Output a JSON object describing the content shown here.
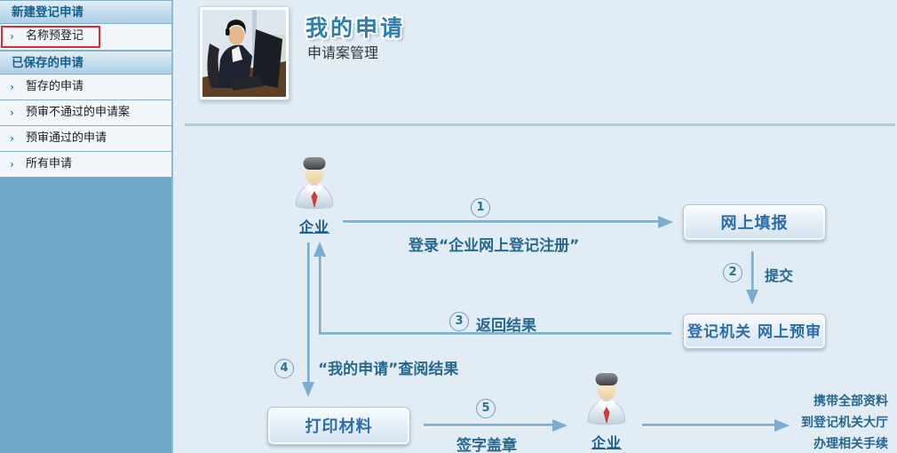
{
  "sidebar": {
    "section_new": {
      "header": "新建登记申请",
      "item_name_prereg": "名称预登记"
    },
    "section_saved": {
      "header": "已保存的申请",
      "items": [
        "暂存的申请",
        "预审不通过的申请案",
        "预审通过的申请",
        "所有申请"
      ]
    },
    "chevron": "›"
  },
  "header": {
    "title": "我的申请",
    "subtitle": "申请案管理"
  },
  "flow": {
    "actor_top_label": "企业",
    "actor_bottom_label": "企业",
    "boxes": {
      "online_fill": "网上填报",
      "online_preaudit": "登记机关 网上预审",
      "print_materials": "打印材料"
    },
    "steps": {
      "s1": {
        "num": "1",
        "label": "登录“企业网上登记注册”"
      },
      "s2": {
        "num": "2",
        "label": "提交"
      },
      "s3": {
        "num": "3",
        "label": "返回结果"
      },
      "s4": {
        "num": "4",
        "label": "“我的申请”查阅结果"
      },
      "s5": {
        "num": "5",
        "label": "签字盖章"
      }
    },
    "final_note": [
      "携带全部资料",
      "到登记机关大厅",
      "办理相关手续"
    ]
  },
  "colors": {
    "sidebar_fill": "#6fa7c9",
    "highlight_red": "#e02b2b",
    "title_blue": "#2e7dad",
    "flow_text": "#27688f",
    "button_text": "#2b6cad",
    "main_bg": "#e2ecf4"
  }
}
